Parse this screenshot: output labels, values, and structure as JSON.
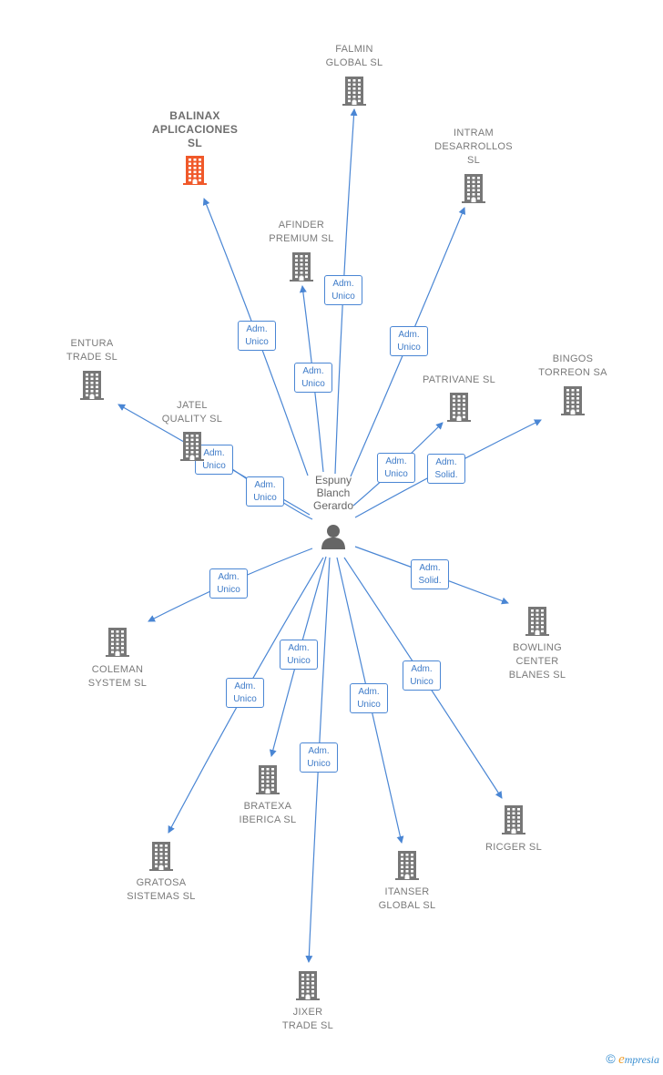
{
  "colors": {
    "edge": "#4a86d4",
    "building": "#777777",
    "building_highlight": "#f0592a",
    "person": "#666666"
  },
  "person": {
    "name": "Espuny\nBlanch\nGerardo",
    "icon": "person-icon"
  },
  "companies": [
    {
      "id": "falmin",
      "name": "FALMIN\nGLOBAL SL",
      "highlight": false
    },
    {
      "id": "balinax",
      "name": "BALINAX\nAPLICACIONES\nSL",
      "highlight": true
    },
    {
      "id": "intram",
      "name": "INTRAM\nDESARROLLOS\nSL",
      "highlight": false
    },
    {
      "id": "afinder",
      "name": "AFINDER\nPREMIUM SL",
      "highlight": false
    },
    {
      "id": "entura",
      "name": "ENTURA\nTRADE SL",
      "highlight": false
    },
    {
      "id": "bingos",
      "name": "BINGOS\nTORREON SA",
      "highlight": false
    },
    {
      "id": "patrivane",
      "name": "PATRIVANE SL",
      "highlight": false
    },
    {
      "id": "jatel",
      "name": "JATEL\nQUALITY SL",
      "highlight": false
    },
    {
      "id": "coleman",
      "name": "COLEMAN\nSYSTEM SL",
      "highlight": false
    },
    {
      "id": "bowling",
      "name": "BOWLING\nCENTER\nBLANES SL",
      "highlight": false
    },
    {
      "id": "bratexa",
      "name": "BRATEXA\nIBERICA SL",
      "highlight": false
    },
    {
      "id": "ricger",
      "name": "RICGER SL",
      "highlight": false
    },
    {
      "id": "gratosa",
      "name": "GRATOSA\nSISTEMAS SL",
      "highlight": false
    },
    {
      "id": "itanser",
      "name": "ITANSER\nGLOBAL SL",
      "highlight": false
    },
    {
      "id": "jixer",
      "name": "JIXER\nTRADE SL",
      "highlight": false
    }
  ],
  "relations": [
    {
      "to": "falmin",
      "role": "Adm.\nUnico"
    },
    {
      "to": "balinax",
      "role": "Adm.\nUnico"
    },
    {
      "to": "intram",
      "role": "Adm.\nUnico"
    },
    {
      "to": "afinder",
      "role": "Adm.\nUnico"
    },
    {
      "to": "entura",
      "role": "Adm.\nUnico"
    },
    {
      "to": "jatel",
      "role": "Adm.\nUnico"
    },
    {
      "to": "patrivane",
      "role": "Adm.\nUnico"
    },
    {
      "to": "bingos",
      "role": "Adm.\nSolid."
    },
    {
      "to": "coleman",
      "role": "Adm.\nUnico"
    },
    {
      "to": "bowling",
      "role": "Adm.\nSolid."
    },
    {
      "to": "bratexa",
      "role": "Adm.\nUnico"
    },
    {
      "to": "gratosa",
      "role": "Adm.\nUnico"
    },
    {
      "to": "itanser",
      "role": "Adm.\nUnico"
    },
    {
      "to": "ricger",
      "role": "Adm.\nUnico"
    },
    {
      "to": "jixer",
      "role": "Adm.\nUnico"
    }
  ],
  "footer": {
    "copyright": "©",
    "brand_initial": "e",
    "brand_rest": "mpresia"
  }
}
